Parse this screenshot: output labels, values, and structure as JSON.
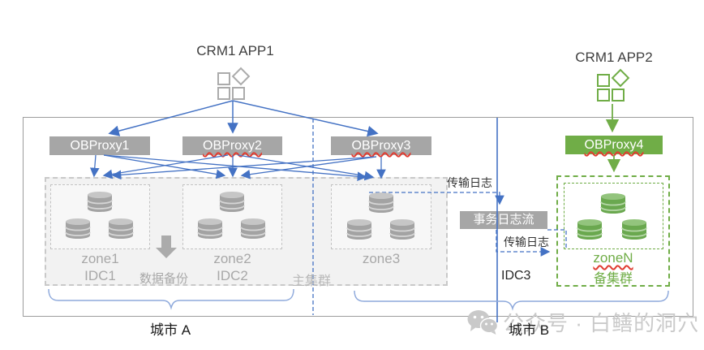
{
  "colors": {
    "accent_blue": "#4472C4",
    "brand_green": "#70AD47",
    "box_gray": "#A6A6A6",
    "brace_blue": "#8FAADC",
    "squiggle_red": "#E03C31",
    "watermark_gray": "#CACACA"
  },
  "apps": {
    "app1": {
      "label": "CRM1 APP1"
    },
    "app2": {
      "label": "CRM1 APP2"
    }
  },
  "proxies": [
    {
      "label": "OBProxy1"
    },
    {
      "label": "OBProxy2"
    },
    {
      "label": "OBProxy3"
    },
    {
      "label": "OBProxy4"
    }
  ],
  "primary_cluster": {
    "label": "主集群",
    "backup_arrow_label": "数据备份",
    "zones": [
      {
        "name": "zone1",
        "idc": "IDC1"
      },
      {
        "name": "zone2",
        "idc": "IDC2"
      },
      {
        "name": "zone3",
        "idc": ""
      }
    ]
  },
  "standby_cluster": {
    "zone": "zoneN",
    "label": "备集群",
    "idc": "IDC3"
  },
  "log_flow": {
    "transfer_label_top": "传输日志",
    "stream_box_label": "事务日志流",
    "transfer_label_bottom": "传输日志"
  },
  "cities": {
    "a": "城市 A",
    "b": "城市 B"
  },
  "watermark": {
    "text": "公众号 · 白鳝的洞穴",
    "icon": "wechat-icon"
  },
  "icons": {
    "app": "app-grid-icon",
    "database": "database-icon"
  }
}
